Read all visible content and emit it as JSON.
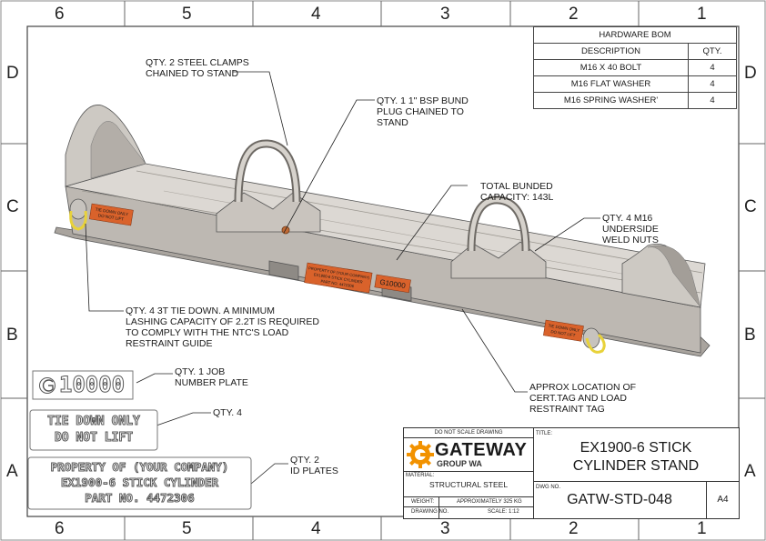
{
  "border_zones": {
    "top": [
      "6",
      "5",
      "4",
      "3",
      "2",
      "1"
    ],
    "bottom": [
      "6",
      "5",
      "4",
      "3",
      "2",
      "1"
    ],
    "left": [
      "D",
      "C",
      "B",
      "A"
    ],
    "right": [
      "D",
      "C",
      "B",
      "A"
    ]
  },
  "bom": {
    "title": "HARDWARE BOM",
    "headers": [
      "DESCRIPTION",
      "QTY."
    ],
    "rows": [
      {
        "description": "M16 X 40 BOLT",
        "qty": "4"
      },
      {
        "description": "M16 FLAT WASHER",
        "qty": "4"
      },
      {
        "description": "M16 SPRING WASHER'",
        "qty": "4"
      }
    ]
  },
  "callouts": {
    "clamps": "QTY. 2 STEEL CLAMPS\nCHAINED TO STAND",
    "bund_plug": "QTY. 1 1\" BSP BUND\nPLUG CHAINED TO\nSTAND",
    "bunded_capacity": "TOTAL BUNDED\nCAPACITY: 143L",
    "weld_nuts": "QTY. 4 M16\nUNDERSIDE\nWELD NUTS",
    "tie_down": "QTY. 4 3T TIE DOWN. A MINIMUM\nLASHING CAPACITY OF 2.2T IS REQUIRED\nTO COMPLY WITH THE NTC'S LOAD\nRESTRAINT GUIDE",
    "cert_tag": "APPROX LOCATION OF\nCERT.TAG AND LOAD\nRESTRAINT TAG",
    "job_plate": "QTY. 1 JOB\nNUMBER PLATE",
    "tie_down_plates": "QTY. 4",
    "id_plates": "QTY. 2\nID PLATES"
  },
  "plates": {
    "job_number": "10000",
    "tie_down_lines": [
      "TIE DOWN ONLY",
      "DO NOT LIFT"
    ],
    "id_lines": [
      "PROPERTY OF (YOUR COMPANY)",
      "EX1900-6 STICK CYLINDER",
      "PART NO. 4472306"
    ]
  },
  "model_labels": {
    "tag_left": [
      "TIE DOWN ONLY",
      "DO NOT LIFT"
    ],
    "tag_right": [
      "TIE DOWN ONLY",
      "DO NOT LIFT"
    ],
    "id_plate": [
      "PROPERTY OF (YOUR COMPANY)",
      "EX1900-6 STICK CYLINDER",
      "PART NO. 4472306"
    ],
    "job_plate": "G10000"
  },
  "title_block": {
    "do_not_scale": "DO NOT SCALE DRAWING",
    "logo_letter": "G",
    "company": "GATEWAY",
    "company_sub": "GROUP WA",
    "material_label": "MATERIAL:",
    "material": "STRUCTURAL STEEL",
    "weight_label": "WEIGHT:",
    "weight": "APPROXIMATELY 325 KG",
    "drawing_no_label": "DRAWING NO.",
    "scale": "SCALE: 1:12",
    "title_label": "TITLE:",
    "title_line1": "EX1900-6 STICK",
    "title_line2": "CYLINDER STAND",
    "dwg_no_label": "DWG NO.",
    "dwg_no": "GATW-STD-048",
    "size": "A4"
  },
  "colors": {
    "steel_top": "#dcd8d3",
    "steel_side": "#bdb8b2",
    "steel_dark": "#8e8a85",
    "tag_orange": "#d9622b",
    "logo_orange": "#f29200",
    "shackle_yellow": "#e8d23a"
  }
}
